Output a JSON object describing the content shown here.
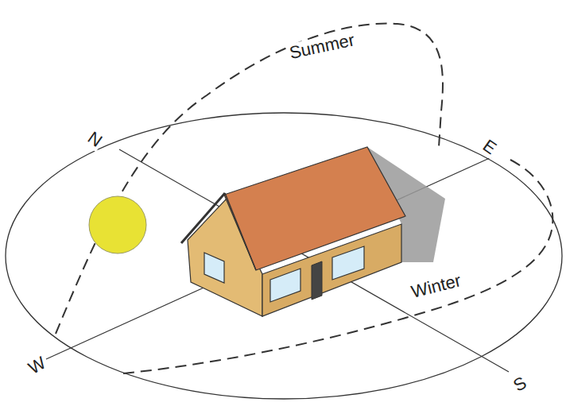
{
  "diagram": {
    "labels": [
      "N",
      "E",
      "S",
      "W",
      "Summer",
      "Winter"
    ]
  }
}
